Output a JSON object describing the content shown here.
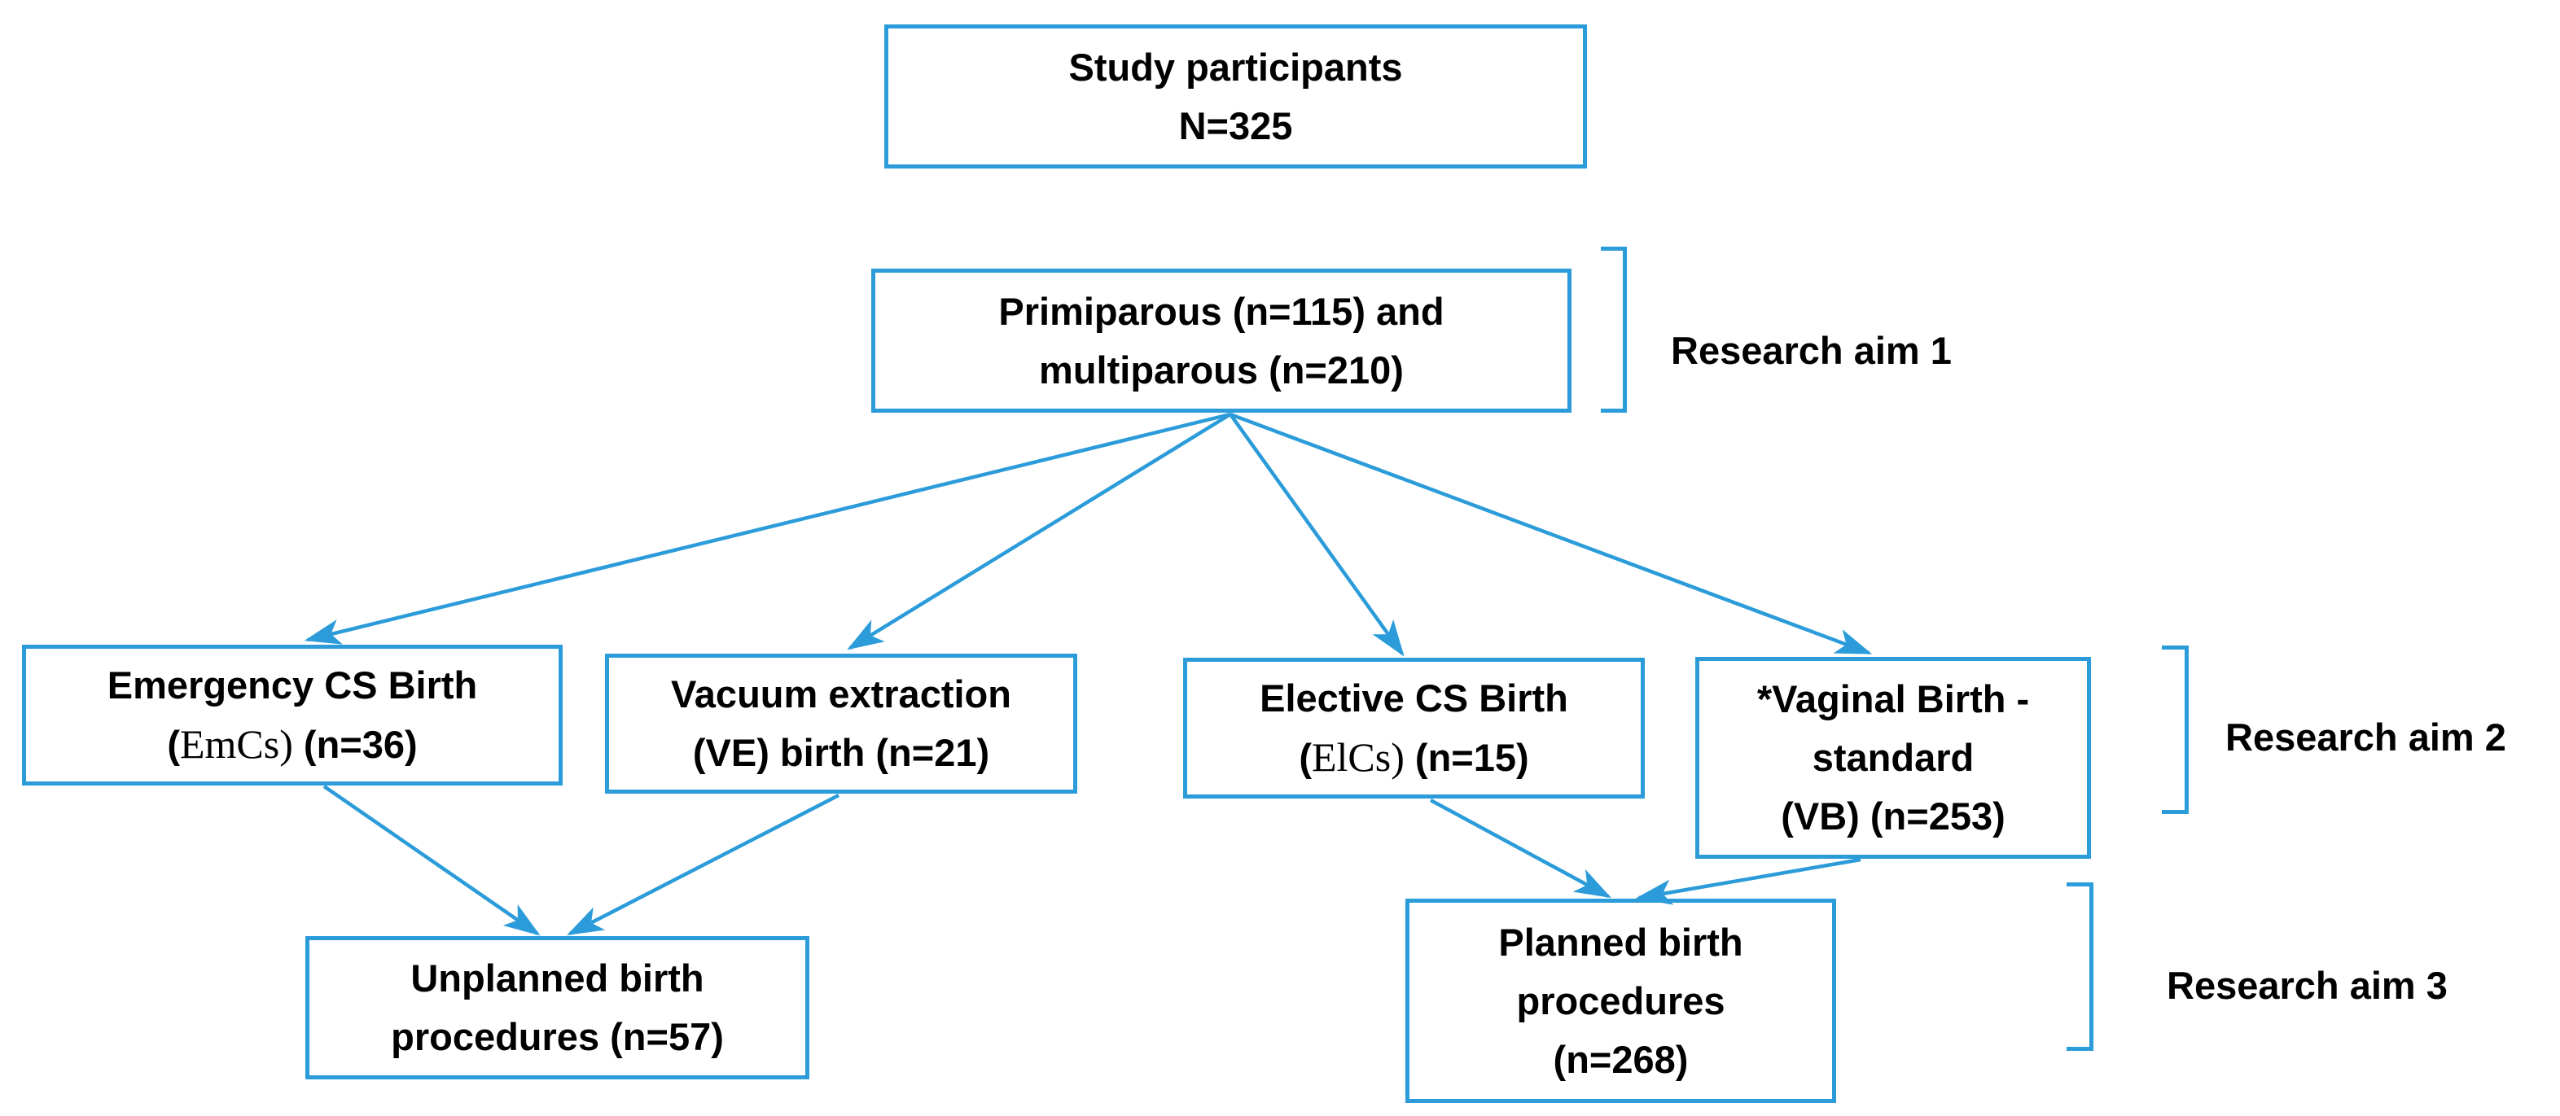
{
  "diagram": {
    "accent_color": "#2b9cd9",
    "text_color": "#000000",
    "nodes": {
      "study": {
        "line1": "Study participants",
        "line2": "N=325"
      },
      "parity": {
        "line1": "Primiparous (n=115) and",
        "line2": "multiparous (n=210)"
      },
      "emergency_cs": {
        "line1": "Emergency CS Birth",
        "line2_open_paren": "(",
        "line2_serif": "EmCs)",
        "line2_rest": " (n=36)"
      },
      "vacuum_extraction": {
        "line1": "Vacuum extraction",
        "line2": "(VE) birth (n=21)"
      },
      "elective_cs": {
        "line1": "Elective CS Birth",
        "line2_open_paren": "(",
        "line2_serif": "ElCs)",
        "line2_rest": " (n=15)"
      },
      "vaginal_birth": {
        "line1": "*Vaginal Birth -",
        "line2": "standard",
        "line3": "(VB) (n=253)"
      },
      "unplanned": {
        "line1": "Unplanned birth",
        "line2": "procedures (n=57)"
      },
      "planned": {
        "line1": "Planned birth",
        "line2": "procedures",
        "line3": "(n=268)"
      }
    },
    "aims": {
      "aim1": "Research aim 1",
      "aim2": "Research aim 2",
      "aim3": "Research aim 3"
    }
  }
}
